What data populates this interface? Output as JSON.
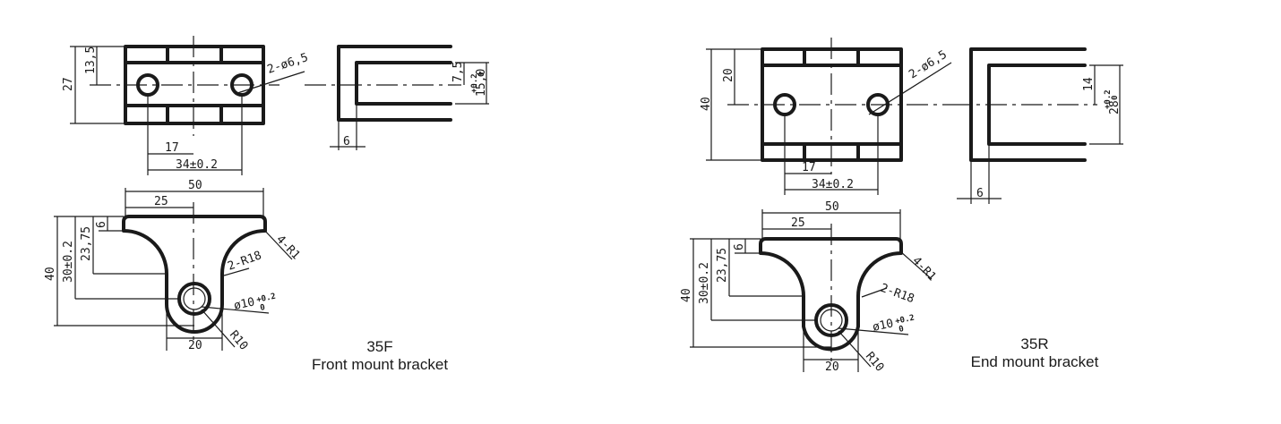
{
  "left_drawing": {
    "code": "35F",
    "title": "Front mount bracket",
    "dims": {
      "holes": "2-ø6,5",
      "width": "34±0.2",
      "half_width": "17",
      "height": "27",
      "hole_height": "13,5",
      "slot_inner": "7,5",
      "slot_outer": "15,0",
      "tol_plus": "+0.2",
      "tol_zero": "0",
      "wall": "6",
      "total_width": "50",
      "half_total": "25",
      "total_height": "40",
      "center_height": "30±0.2",
      "flange_height": "23,75",
      "flange_thk": "6",
      "corner_r": "4-R1",
      "fillet_r": "2-R18",
      "pin_hole": "ø10",
      "pin_tol_plus": "+0.2",
      "pin_tol_zero": "0",
      "boss_width": "20",
      "boss_r": "R10"
    }
  },
  "right_drawing": {
    "code": "35R",
    "title": "End mount bracket",
    "dims": {
      "holes": "2-ø6,5",
      "width": "34±0.2",
      "half_width": "17",
      "height": "40",
      "hole_height": "20",
      "slot_inner": "14",
      "slot_outer": "28",
      "tol_plus": "+0.2",
      "tol_zero": "0",
      "wall": "6",
      "total_width": "50",
      "half_total": "25",
      "total_height": "40",
      "center_height": "30±0.2",
      "flange_height": "23,75",
      "flange_thk": "6",
      "corner_r": "4-R1",
      "fillet_r": "2-R18",
      "pin_hole": "ø10",
      "pin_tol_plus": "+0.2",
      "pin_tol_zero": "0",
      "boss_width": "20",
      "boss_r": "R10"
    }
  }
}
